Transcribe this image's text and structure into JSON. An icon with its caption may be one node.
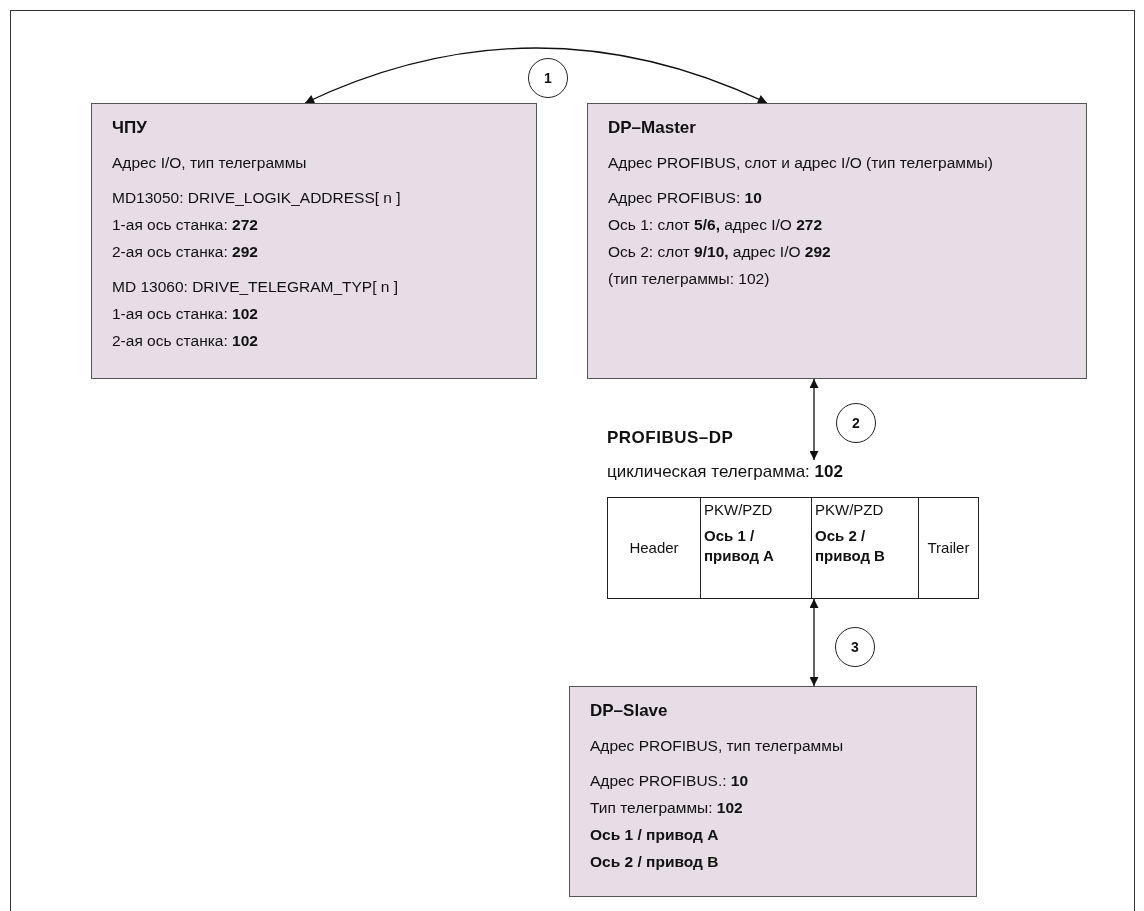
{
  "diagram": {
    "nodes": [
      {
        "text": [
          "1"
        ]
      },
      {
        "text": [
          "ЧПУ",
          "Адрес I/O, тип телеграммы",
          "MD13050: DRIVE_LOGIK_ADDRESS[ n ]",
          "1-ая ось станка: **272**",
          "2-ая ось станка: **292**",
          "MD 13060: DRIVE_TELEGRAM_TYP[ n ]",
          "1-ая ось станка: **102**",
          "2-ая ось станка: **102**"
        ]
      },
      {
        "text": [
          "DP–Master",
          "Адрес PROFIBUS, слот и адрес I/O (тип телеграммы)",
          "Адрес PROFIBUS: **10**",
          "Ось 1: слот **5/6,** адрес I/O **272**",
          "Ось 2: слот **9/10,** адрес I/O **292**",
          "(тип телеграммы: 102)"
        ]
      },
      {
        "text": [
          "2"
        ]
      },
      {
        "text": [
          "циклическая телеграмма: **102**"
        ]
      },
      {
        "text": [
          "Header"
        ],
        "in": 4
      },
      {
        "text": [
          "PKW/PZD",
          "Ось 1 / привод A"
        ],
        "in": 4
      },
      {
        "text": [
          "PKW/PZD",
          "Ось 2 / привод B"
        ],
        "in": 4
      },
      {
        "text": [
          "Trailer"
        ],
        "in": 4
      },
      {
        "text": [
          "3"
        ]
      },
      {
        "text": [
          "DP–Slave",
          "Адрес PROFIBUS, тип телеграммы",
          "Адрес PROFIBUS.: **10**",
          "Тип телеграммы: **102**",
          "Ось 1 / привод A",
          "Ось 2 / привод B"
        ]
      }
    ],
    "edges": [
      {
        "from": 1,
        "to": 2,
        "arrow": "both"
      },
      {
        "from": 2,
        "to": 4,
        "arrow": "both"
      },
      {
        "from": 4,
        "to": 10,
        "arrow": "both"
      }
    ],
    "labels": [
      "PROFIBUS–DP"
    ]
  }
}
